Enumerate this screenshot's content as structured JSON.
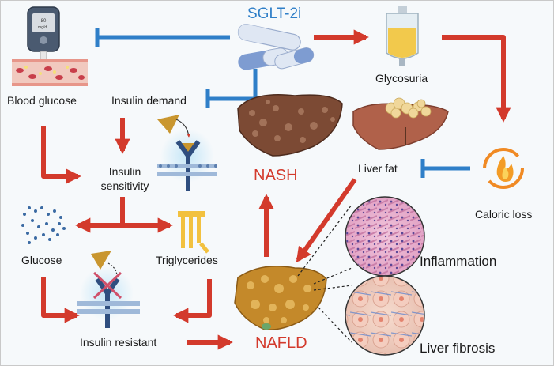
{
  "title": "SGLT-2i",
  "labels": {
    "blood_glucose": "Blood glucose",
    "insulin_demand": "Insulin demand",
    "insulin_sensitivity_line1": "Insulin",
    "insulin_sensitivity_line2": "sensitivity",
    "glucose": "Glucose",
    "triglycerides": "Triglycerides",
    "insulin_resistant": "Insulin resistant",
    "glycosuria": "Glycosuria",
    "liver_fat": "Liver fat",
    "caloric_loss": "Caloric loss",
    "nash": "NASH",
    "nafld": "NAFLD",
    "inflammation": "Inflammation",
    "liver_fibrosis": "Liver fibrosis"
  },
  "glucometer_display": {
    "value": "80",
    "unit": "mg/dL"
  },
  "colors": {
    "activation_arrow": "#d33a2c",
    "inhibition_bar": "#2f7fc8",
    "nafld_text": "#d33a2c",
    "title_text": "#2f7fc8"
  },
  "icons": [
    "glucometer-icon",
    "blood-vessel-icon",
    "pill-capsules-icon",
    "urine-bag-icon",
    "fatty-liver-icon",
    "flame-icon",
    "nash-liver-icon",
    "nafld-liver-icon",
    "insulin-receptor-icon",
    "triglyceride-icon",
    "glycogen-icon",
    "inflammation-histology-icon",
    "fibrosis-histology-icon"
  ]
}
